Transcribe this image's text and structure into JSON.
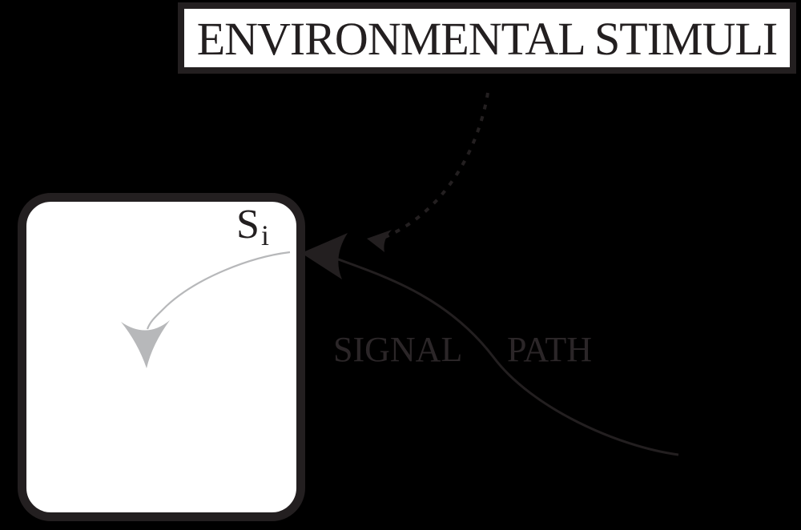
{
  "diagram": {
    "stimuli_box": {
      "label": "ENVIRONMENTAL STIMULI"
    },
    "cell_box": {
      "label_main": "S",
      "label_sub": "i"
    },
    "signal_path_label": {
      "word1": "SIGNAL",
      "word2": "PATH"
    },
    "icons": {
      "signal_arrowhead": "stealth-arrowhead-left-black",
      "dotted_arrowhead": "stealth-arrowhead-left-black-small",
      "internal_arrowhead": "stealth-arrowhead-down-gray"
    }
  },
  "colors": {
    "ink": "#231f20",
    "gray": "#b7b8ba",
    "box-fill": "#ffffff",
    "label-ink": "#2b2628",
    "background": "#000000"
  }
}
